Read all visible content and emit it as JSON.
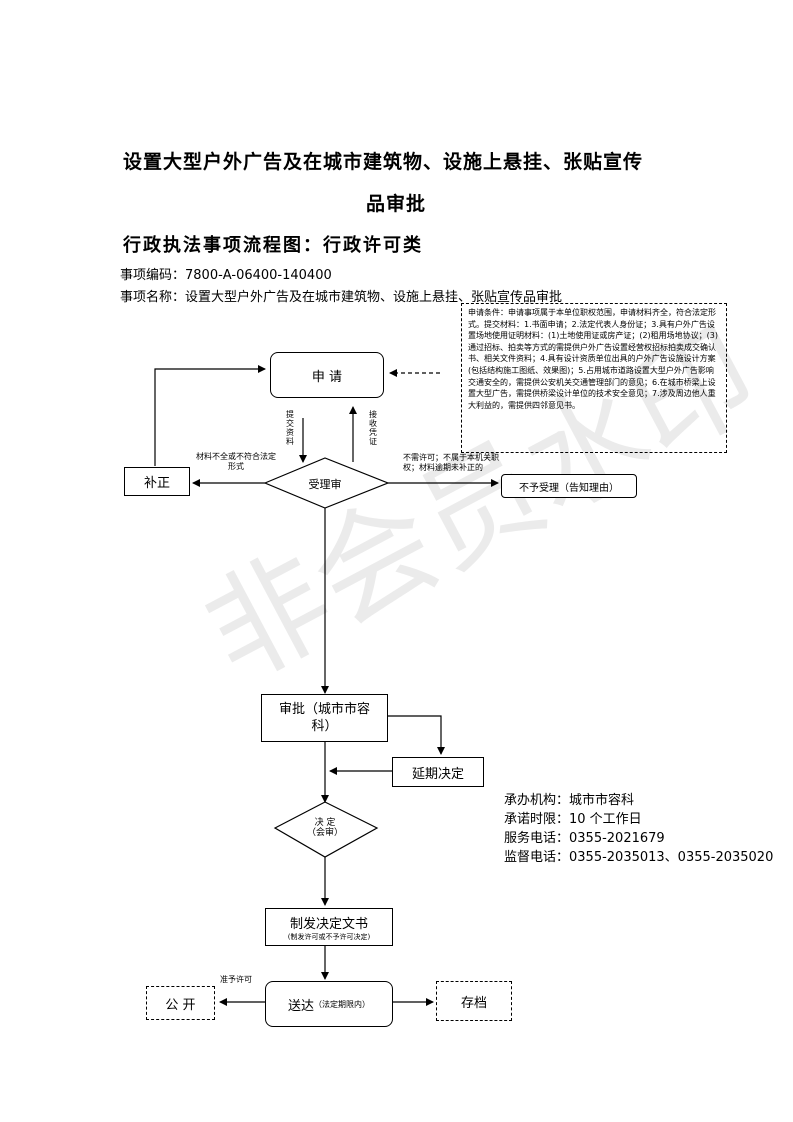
{
  "title_line1": "设置大型户外广告及在城市建筑物、设施上悬挂、张贴宣传",
  "title_line2": "品审批",
  "subtitle": "行政执法事项流程图：行政许可类",
  "item_code": "事项编码：7800-A-06400-140400",
  "item_name": "事项名称：设置大型户外广告及在城市建筑物、设施上悬挂、张贴宣传品审批",
  "conditions": "申请条件：申请事项属于本单位职权范围，申请材料齐全，符合法定形式。提交材料：1.书面申请；2.法定代表人身份证；3.具有户外广告设置场地使用证明材料：(1)土地使用证或房产证；(2)租用场地协议；(3)通过招标、拍卖等方式的需提供户外广告设置经营权招标拍卖成交确认书、相关文件资料；4.具有设计资质单位出具的户外广告设施设计方案(包括结构施工图纸、效果图)；5.占用城市道路设置大型户外广告影响交通安全的，需提供公安机关交通管理部门的意见；6.在城市桥梁上设置大型广告，需提供桥梁设计单位的技术安全意见；7.涉及周边他人重大利益的，需提供四邻意见书。",
  "flow": {
    "apply": "申 请",
    "submit_materials": "提交资料",
    "receive_cert": "接收凭证",
    "accept": "受理审",
    "supplement": "补正",
    "supplement_note": "材料不全或不符合法定形式",
    "reject_note": "不需许可；不属于本机关职权；材料逾期未补正的",
    "reject": "不予受理（告知理由）",
    "approve": "审批（城市市容科）",
    "extend": "延期决定",
    "decide": "决 定",
    "decide_sub": "（会审）",
    "issue": "制发决定文书",
    "issue_sub": "(制发许可或不予许可决定)",
    "grant_note": "准予许可",
    "publish": "公 开",
    "deliver": "送达",
    "deliver_sub": "（法定期限内）",
    "archive": "存档"
  },
  "info": {
    "org": "承办机构：城市市容科",
    "limit": "承诺时限：10 个工作日",
    "service_tel": "服务电话：0355-2021679",
    "supervise_tel": "监督电话：0355-2035013、0355-2035020"
  },
  "watermark": "非会员水印"
}
